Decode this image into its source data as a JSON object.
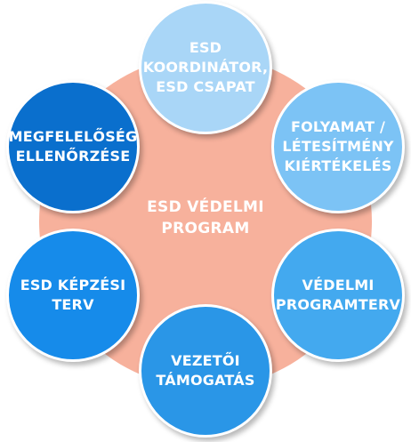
{
  "center": {
    "line1": "ESD VÉDELMI",
    "line2": "PROGRAM"
  },
  "nodes": {
    "top": {
      "line1": "ESD",
      "line2": "KOORDINÁTOR,",
      "line3": "ESD CSAPAT"
    },
    "top_right": {
      "line1": "FOLYAMAT /",
      "line2": "LÉTESÍTMÉNY",
      "line3": "KIÉRTÉKELÉS"
    },
    "bottom_right": {
      "line1": "VÉDELMI",
      "line2": "PROGRAMTERV"
    },
    "bottom": {
      "line1": "VEZETŐI",
      "line2": "TÁMOGATÁS"
    },
    "bottom_left": {
      "line1": "ESD KÉPZÉSI",
      "line2": "TERV"
    },
    "top_left": {
      "line1": "MEGFELELŐSÉG",
      "line2": "ELLENŐRZÉSE"
    }
  },
  "colors": {
    "hub": "#f7b19c",
    "top": "#a9d6f7",
    "top_right": "#7cc3f5",
    "bottom_right": "#43a9ef",
    "bottom": "#2a96e7",
    "bottom_left": "#168bea",
    "top_left": "#0a6fcd"
  }
}
